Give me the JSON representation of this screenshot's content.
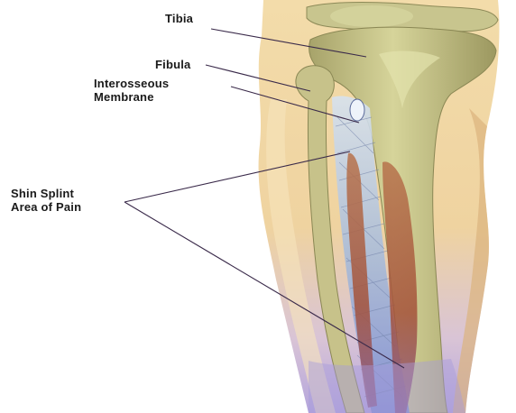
{
  "labels": {
    "tibia": "Tibia",
    "fibula": "Fibula",
    "interosseous_membrane": [
      "Interosseous",
      "Membrane"
    ],
    "shin_splint": [
      "Shin Splint",
      "Area of Pain"
    ]
  },
  "colors": {
    "background": "#ffffff",
    "skin": "#efd5a2",
    "bone": "#c9c98a",
    "muscle": "#a85a3c",
    "membrane": "#9fb4d6",
    "shadow_blue": "#b8a9d8",
    "leader_line": "#3a2a4a",
    "text": "#1a1a1a"
  }
}
